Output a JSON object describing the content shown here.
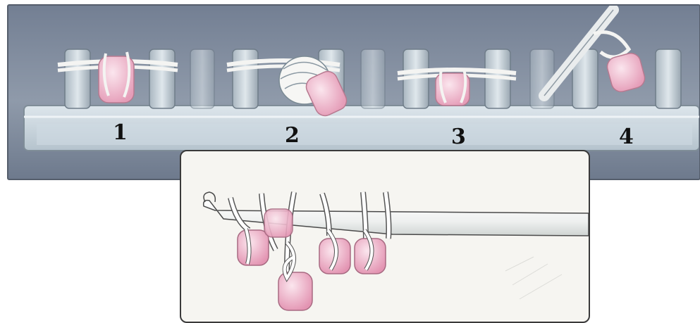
{
  "steps": [
    {
      "number": "1"
    },
    {
      "number": "2"
    },
    {
      "number": "3"
    },
    {
      "number": "4"
    }
  ],
  "colors": {
    "panel_bg": "#7f8a9c",
    "loom_body": "#c9d6df",
    "peg": "#c8d3da",
    "band_pink": "#f2bfd0",
    "band_white": "#f4f4f2",
    "inset_bg": "#f6f5f1"
  },
  "icons": [
    "loom",
    "peg",
    "rubber-band",
    "crochet-hook"
  ]
}
